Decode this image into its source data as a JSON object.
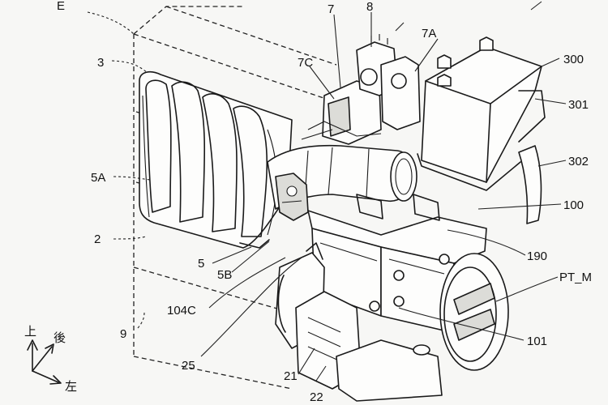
{
  "figure": {
    "labels": {
      "E": "E",
      "n3": "3",
      "n7": "7",
      "n8": "8",
      "n7C": "7C",
      "n7A": "7A",
      "n300": "300",
      "n301": "301",
      "n302": "302",
      "n5A": "5A",
      "n2": "2",
      "n100": "100",
      "n5": "5",
      "n5B": "5B",
      "n190": "190",
      "PT_M": "PT_M",
      "n104C": "104C",
      "n9": "9",
      "n101": "101",
      "n25": "25",
      "n21": "21",
      "n22": "22"
    },
    "axes": {
      "up": "上",
      "rear": "後",
      "left": "左"
    }
  }
}
